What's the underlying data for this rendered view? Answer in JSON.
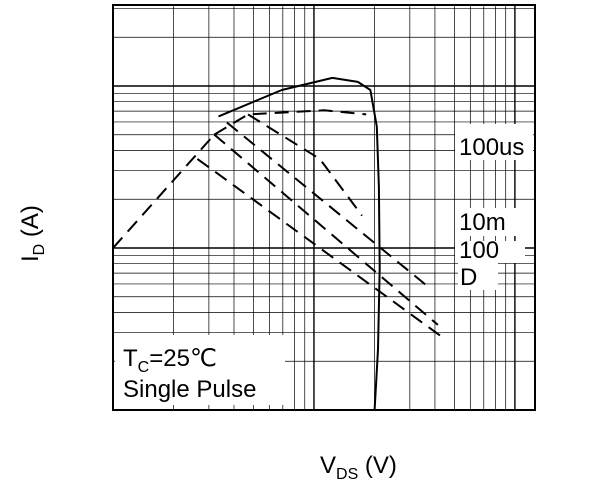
{
  "chart_data": {
    "type": "line",
    "title": "",
    "xlabel": {
      "main": "V",
      "sub": "DS",
      "unit": " (V)"
    },
    "ylabel": {
      "main": "I",
      "sub": "D",
      "unit": " (A)"
    },
    "x_scale": "log",
    "y_scale": "log",
    "grid": true,
    "legend": "none",
    "annotation_box": {
      "line1": {
        "main": "T",
        "sub": "C",
        "rest": "=25℃"
      },
      "line2": "Single Pulse"
    },
    "curve_labels": [
      "100us",
      "10m",
      "100",
      "D"
    ],
    "series": [
      {
        "style": "dashed",
        "label": "",
        "points": [
          [
            0.0,
            0.4
          ],
          [
            0.24,
            0.68
          ]
        ]
      },
      {
        "style": "dashed",
        "label": "100us",
        "points": [
          [
            0.24,
            0.68
          ],
          [
            0.32,
            0.73
          ],
          [
            0.5,
            0.74
          ],
          [
            0.6,
            0.73
          ]
        ]
      },
      {
        "style": "dashed",
        "label": "",
        "points": [
          [
            0.32,
            0.73
          ],
          [
            0.49,
            0.62
          ],
          [
            0.59,
            0.48
          ]
        ]
      },
      {
        "style": "dashed",
        "label": "10m",
        "points": [
          [
            0.27,
            0.71
          ],
          [
            0.74,
            0.31
          ]
        ]
      },
      {
        "style": "dashed",
        "label": "100",
        "points": [
          [
            0.24,
            0.68
          ],
          [
            0.77,
            0.21
          ]
        ]
      },
      {
        "style": "dashed",
        "label": "D",
        "points": [
          [
            0.2,
            0.62
          ],
          [
            0.78,
            0.18
          ]
        ]
      },
      {
        "style": "solid",
        "label": "",
        "points": [
          [
            0.25,
            0.725
          ],
          [
            0.4,
            0.79
          ],
          [
            0.52,
            0.82
          ],
          [
            0.58,
            0.81
          ],
          [
            0.61,
            0.79
          ],
          [
            0.615,
            0.76
          ],
          [
            0.625,
            0.7
          ],
          [
            0.63,
            0.55
          ],
          [
            0.632,
            0.35
          ],
          [
            0.628,
            0.15
          ],
          [
            0.62,
            0.0
          ]
        ]
      }
    ]
  }
}
